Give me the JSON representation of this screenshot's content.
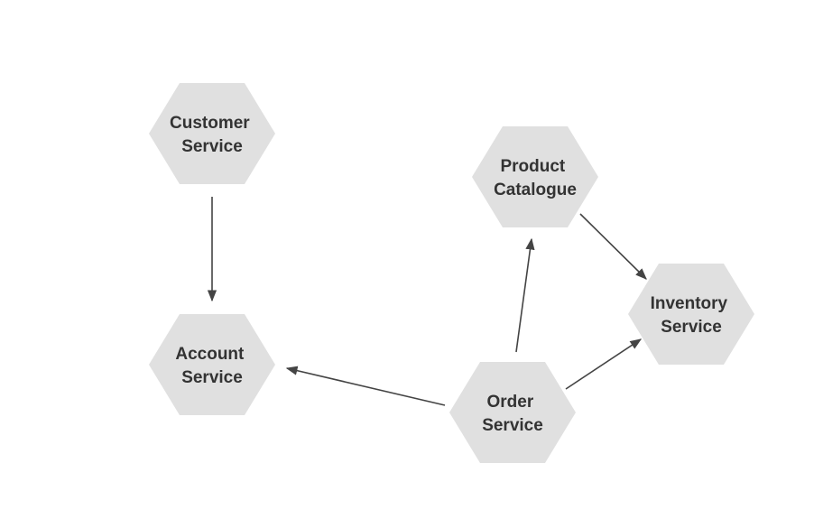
{
  "colors": {
    "background": "#ffffff",
    "node_fill": "#e0e0e0",
    "label_text": "#333333",
    "edge": "#444444"
  },
  "nodes": [
    {
      "id": "customer",
      "line1": "Customer",
      "line2": "Service"
    },
    {
      "id": "account",
      "line1": "Account",
      "line2": "Service"
    },
    {
      "id": "product",
      "line1": "Product",
      "line2": "Catalogue"
    },
    {
      "id": "inventory",
      "line1": "Inventory",
      "line2": "Service"
    },
    {
      "id": "order",
      "line1": "Order",
      "line2": "Service"
    }
  ],
  "edges": [
    {
      "from": "customer",
      "to": "account"
    },
    {
      "from": "order",
      "to": "account"
    },
    {
      "from": "order",
      "to": "product"
    },
    {
      "from": "order",
      "to": "inventory"
    },
    {
      "from": "product",
      "to": "inventory"
    }
  ]
}
